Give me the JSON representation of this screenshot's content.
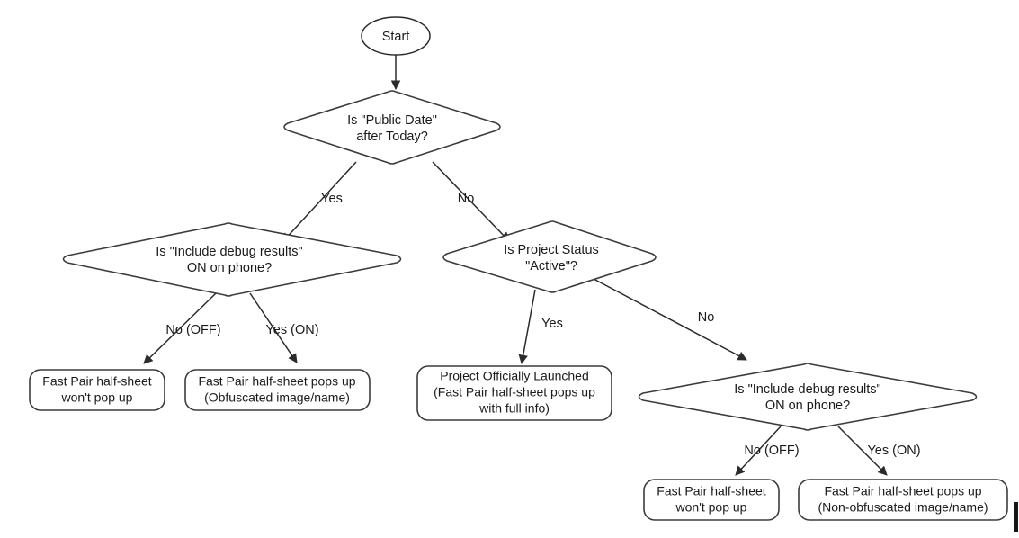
{
  "diagram": {
    "title": "Fast Pair half-sheet visibility decision flow",
    "colors": {
      "background": "#ffffff",
      "shape_stroke": "#3c3c3c",
      "edge_stroke": "#2b2b2b",
      "text": "#1a1a1a"
    },
    "nodes": {
      "start": {
        "label": "Start",
        "type": "terminator-ellipse"
      },
      "decision_public_date": {
        "type": "decision-diamond",
        "line1": "Is \"Public Date\"",
        "line2": "after Today?"
      },
      "decision_debug_left": {
        "type": "decision-diamond",
        "line1": "Is \"Include debug results\"",
        "line2": "ON on phone?"
      },
      "decision_project_status": {
        "type": "decision-diamond",
        "line1": "Is Project Status",
        "line2": "\"Active\"?"
      },
      "decision_debug_right": {
        "type": "decision-diamond",
        "line1": "Is \"Include debug results\"",
        "line2": "ON on phone?"
      },
      "outcome_left_off": {
        "type": "rounded-box",
        "line1": "Fast Pair half-sheet",
        "line2": "won't pop up"
      },
      "outcome_left_on": {
        "type": "rounded-box",
        "line1": "Fast Pair half-sheet pops up",
        "line2": "(Obfuscated image/name)"
      },
      "outcome_launched": {
        "type": "rounded-box",
        "line1": "Project Officially Launched",
        "line2": "(Fast Pair half-sheet pops up",
        "line3": "with full info)"
      },
      "outcome_right_off": {
        "type": "rounded-box",
        "line1": "Fast Pair half-sheet",
        "line2": "won't pop up"
      },
      "outcome_right_on": {
        "type": "rounded-box",
        "line1": "Fast Pair half-sheet pops up",
        "line2": "(Non-obfuscated image/name)"
      }
    },
    "edges": {
      "start_to_public_date": {
        "label": ""
      },
      "public_date_yes": {
        "label": "Yes"
      },
      "public_date_no": {
        "label": "No"
      },
      "debug_left_off": {
        "label": "No (OFF)"
      },
      "debug_left_on": {
        "label": "Yes (ON)"
      },
      "project_status_yes": {
        "label": "Yes"
      },
      "project_status_no": {
        "label": "No"
      },
      "debug_right_off": {
        "label": "No (OFF)"
      },
      "debug_right_on": {
        "label": "Yes (ON)"
      }
    }
  }
}
